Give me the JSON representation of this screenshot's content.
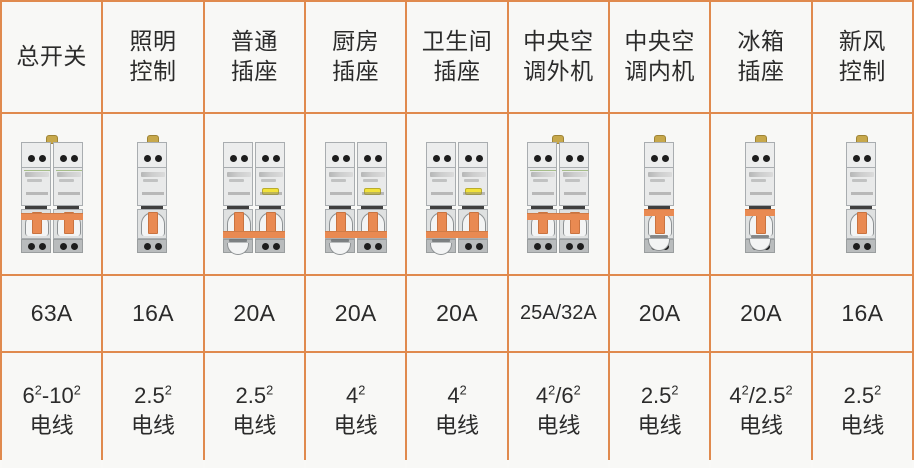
{
  "table": {
    "border_color": "#e08a4e",
    "cell_bg": "#f8f8f6",
    "columns": [
      {
        "id": "main-switch",
        "header": "总开关",
        "header_lines": [
          "总开关"
        ],
        "amperage": "63A",
        "wire_value": "6²-10²",
        "wire_unit": "电线",
        "device": "2-pole-mcb"
      },
      {
        "id": "lighting-control",
        "header": "照明控制",
        "header_lines": [
          "照明",
          "控制"
        ],
        "amperage": "16A",
        "wire_value": "2.5²",
        "wire_unit": "电线",
        "device": "1-pole-mcb"
      },
      {
        "id": "general-socket",
        "header": "普通插座",
        "header_lines": [
          "普通",
          "插座"
        ],
        "amperage": "20A",
        "wire_value": "2.5²",
        "wire_unit": "电线",
        "device": "2-pole-rcbo"
      },
      {
        "id": "kitchen-socket",
        "header": "厨房插座",
        "header_lines": [
          "厨房",
          "插座"
        ],
        "amperage": "20A",
        "wire_value": "4²",
        "wire_unit": "电线",
        "device": "2-pole-rcbo"
      },
      {
        "id": "bathroom-socket",
        "header": "卫生间插座",
        "header_lines": [
          "卫生间",
          "插座"
        ],
        "amperage": "20A",
        "wire_value": "4²",
        "wire_unit": "电线",
        "device": "2-pole-rcbo"
      },
      {
        "id": "central-ac-outdoor",
        "header": "中央空调外机",
        "header_lines": [
          "中央空",
          "调外机"
        ],
        "amperage": "25A/32A",
        "wire_value": "4²/6²",
        "wire_unit": "电线",
        "device": "2-pole-mcb"
      },
      {
        "id": "central-ac-indoor",
        "header": "中央空调内机",
        "header_lines": [
          "中央空",
          "调内机"
        ],
        "amperage": "20A",
        "wire_value": "2.5²",
        "wire_unit": "电线",
        "device": "1-pole-rcbo"
      },
      {
        "id": "refrigerator-socket",
        "header": "冰箱插座",
        "header_lines": [
          "冰箱",
          "插座"
        ],
        "amperage": "20A",
        "wire_value": "4²/2.5²",
        "wire_unit": "电线",
        "device": "1-pole-rcbo"
      },
      {
        "id": "fresh-air-control",
        "header": "新风控制",
        "header_lines": [
          "新风",
          "控制"
        ],
        "amperage": "16A",
        "wire_value": "2.5²",
        "wire_unit": "电线",
        "device": "1-pole-mcb"
      }
    ]
  },
  "colors": {
    "grid_orange": "#e08a4e",
    "lever_orange": "#e98a52",
    "test_button_yellow": "#f2e23a",
    "clip_gold": "#c7a84b",
    "text": "#2b2b2b"
  }
}
